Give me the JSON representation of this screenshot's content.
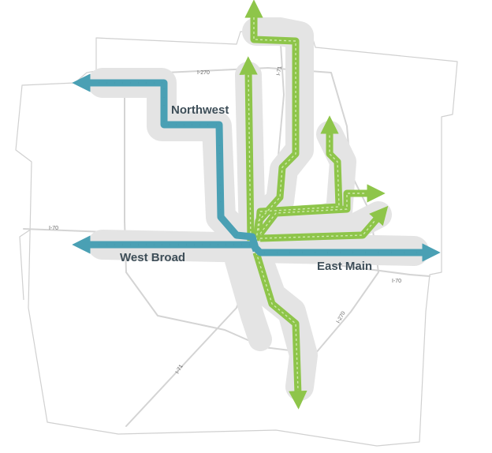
{
  "colors": {
    "blue_route": "#4aa0b4",
    "blue_route_dark": "#2e6f80",
    "green_route": "#8ec54a",
    "green_route_light": "#b9dc88",
    "buffer": "#e4e4e4",
    "boundary": "#d0d0d0"
  },
  "corridors": {
    "northwest": "Northwest",
    "west_broad": "West Broad",
    "east_main": "East Main"
  },
  "highways": {
    "i270_north": "I-270",
    "i71_north": "I-71",
    "i70_west": "I-70",
    "i70_east": "I-70",
    "i270_southeast": "I-270",
    "i71_south": "I-71"
  }
}
